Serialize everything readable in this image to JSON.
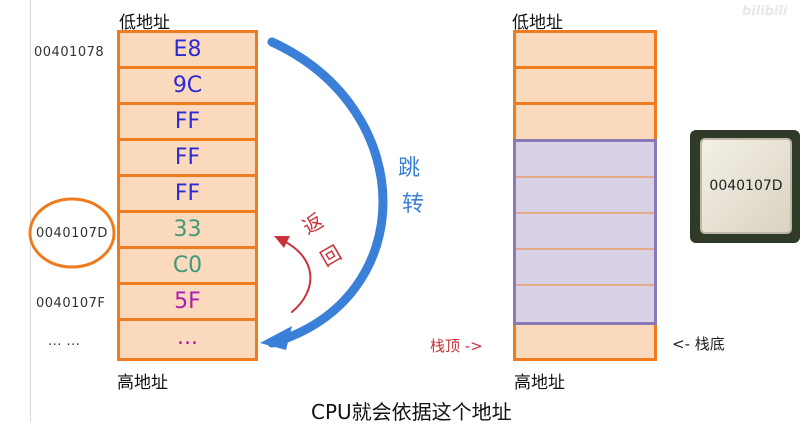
{
  "left_stack": {
    "header_top": "低地址",
    "header_bottom": "高地址",
    "cells": [
      {
        "text": "E8",
        "color": "#2b2bd6"
      },
      {
        "text": "9C",
        "color": "#2b2bd6"
      },
      {
        "text": "FF",
        "color": "#2b2bd6"
      },
      {
        "text": "FF",
        "color": "#2b2bd6"
      },
      {
        "text": "FF",
        "color": "#2b2bd6"
      },
      {
        "text": "33",
        "color": "#3f9a78"
      },
      {
        "text": "C0",
        "color": "#3f9a78"
      },
      {
        "text": "5F",
        "color": "#b01cb0"
      },
      {
        "text": "...",
        "color": "#b01cb0"
      }
    ],
    "addresses": {
      "a1": "00401078",
      "a2": "0040107D",
      "a3": "0040107F",
      "dots": "... ..."
    }
  },
  "arrows": {
    "jump_label_1": "跳",
    "jump_label_2": "转",
    "return_label_1": "返",
    "return_label_2": "回",
    "jump_color": "#3a7fd8",
    "return_color": "#c8323b"
  },
  "right_stack": {
    "header_top": "低地址",
    "header_bottom": "高地址",
    "stack_top_label": "栈顶 ->",
    "stack_bottom_label": "<- 栈底"
  },
  "chip": {
    "text": "0040107D"
  },
  "caption": "CPU就会依据这个地址",
  "watermark": "bilibili"
}
